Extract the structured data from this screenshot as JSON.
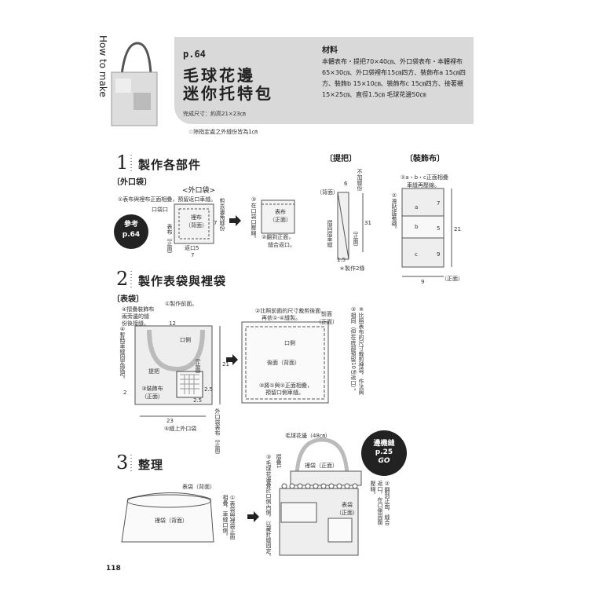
{
  "side_label": "How to make",
  "header": {
    "page_ref": "p.64",
    "title_line1": "毛球花邊",
    "title_line2": "迷你托特包",
    "materials_title": "材料",
    "materials_lines": [
      "本體表布・提把70×40㎝、外口袋表布・本體裡布",
      "65×30㎝、外口袋裡布15㎝四方、裝飾布a 15㎝四",
      "方、裝飾b 15×10㎝、裝飾布c 15㎝四方、接著襯",
      "15×25㎝、直徑1.5㎝ 毛球花邊50㎝"
    ],
    "finished_size": "完成尺寸：約高21×23㎝",
    "note": "☆除指定處之外縫份皆為1㎝"
  },
  "step1": {
    "num": "1",
    "title": "製作各部件",
    "pocket_label": "〔外口袋〕",
    "pocket_title": "<外口袋>",
    "pocket_step1": "①表布與裡布正面相疊，預留返口車縫。",
    "pocket_mouth": "口袋口",
    "lining": "裡布",
    "lining_side": "（背面）",
    "cut_corner": "剪去邊角縫份",
    "outer": "表布（正面）",
    "opening": "返口5",
    "dim7a": "7",
    "dim7b": "7",
    "ref_bubble_1": "參考",
    "ref_bubble_2": "p.64",
    "pocket_step3": "③在口袋口壓線。",
    "pocket_outer": "表布",
    "pocket_outer_side": "（正面）",
    "pocket_step2_1": "②翻到正面，",
    "pocket_step2_2": "縫合返口。",
    "handle_label": "〔提把〕",
    "handle_no_seam": "不加縫份",
    "handle_6": "6",
    "handle_back": "（背面）",
    "handle_31": "31",
    "handle_fold": "摺四摺車縫",
    "handle_front": "（正面）",
    "handle_15": "1.5",
    "handle_make2": "＊製作2條",
    "deco_label": "〔裝飾布〕",
    "deco_step1_1": "①a・b・c正面相疊",
    "deco_step1_2": "車縫再壓線。",
    "deco_step2": "②燙貼接著襯。",
    "deco_a": "a",
    "deco_b": "b",
    "deco_c": "c",
    "deco_7": "7",
    "deco_5": "5",
    "deco_9": "9",
    "deco_21": "21",
    "deco_9w": "9",
    "deco_front": "（正面）"
  },
  "step2": {
    "num": "2",
    "title": "製作表袋與裡袋",
    "outer_bag_label": "〔表袋〕",
    "make_front": "①製作前面。",
    "step4_1": "④摺疊裝飾布",
    "step4_2": "兩旁邊的縫",
    "step4_3": "份後接縫。",
    "step_handle": "④暫時車縫固定提把。",
    "dim12": "12",
    "mouth": "口側",
    "front_side": "（正面）",
    "handle": "提把",
    "dim21": "21",
    "deco": "③裝飾布",
    "deco_side": "（正面）",
    "dim25a": "2.5",
    "dim25b": "2.5",
    "dim2": "2",
    "dim23": "23",
    "sew_pocket": "⑤縫上外口袋",
    "pocket_outer": "外口袋表布（正面）",
    "back_step2_1": "②比照前面的尺寸裁剪後面，",
    "back_step2_2": "再依①-④縫製。",
    "front_face": "前面",
    "front_face_side": "（正面）",
    "back_mouth": "口側",
    "back_face": "後面（背面）",
    "back_step3_1": "③將①與②正面相疊，",
    "back_step3_2": "預留口側車縫。",
    "lining_note": "※比照表布的尺寸裁剪裡袋，作法與③相同（但在底部預留10㎝返口）。"
  },
  "step3": {
    "num": "3",
    "title": "整理",
    "outer_back": "表袋（背面）",
    "lining_back": "裡袋（背面）",
    "step1": "①表袋與裡袋正面相疊，車縫口側。",
    "pompom": "毛球花邊（48㎝）",
    "overlap": "摺疊1",
    "step3": "③毛球花邊疊於口側內側，以藏針縫固定。",
    "lining_front": "裡袋（正面）",
    "outer_front": "表袋",
    "outer_front_side": "（正面）",
    "step2": "②翻到正面，縫合返口，在口側周圍壓線。",
    "bubble_1": "邊機縫",
    "bubble_2": "p.25",
    "bubble_3": "GO"
  },
  "page_number": "118"
}
